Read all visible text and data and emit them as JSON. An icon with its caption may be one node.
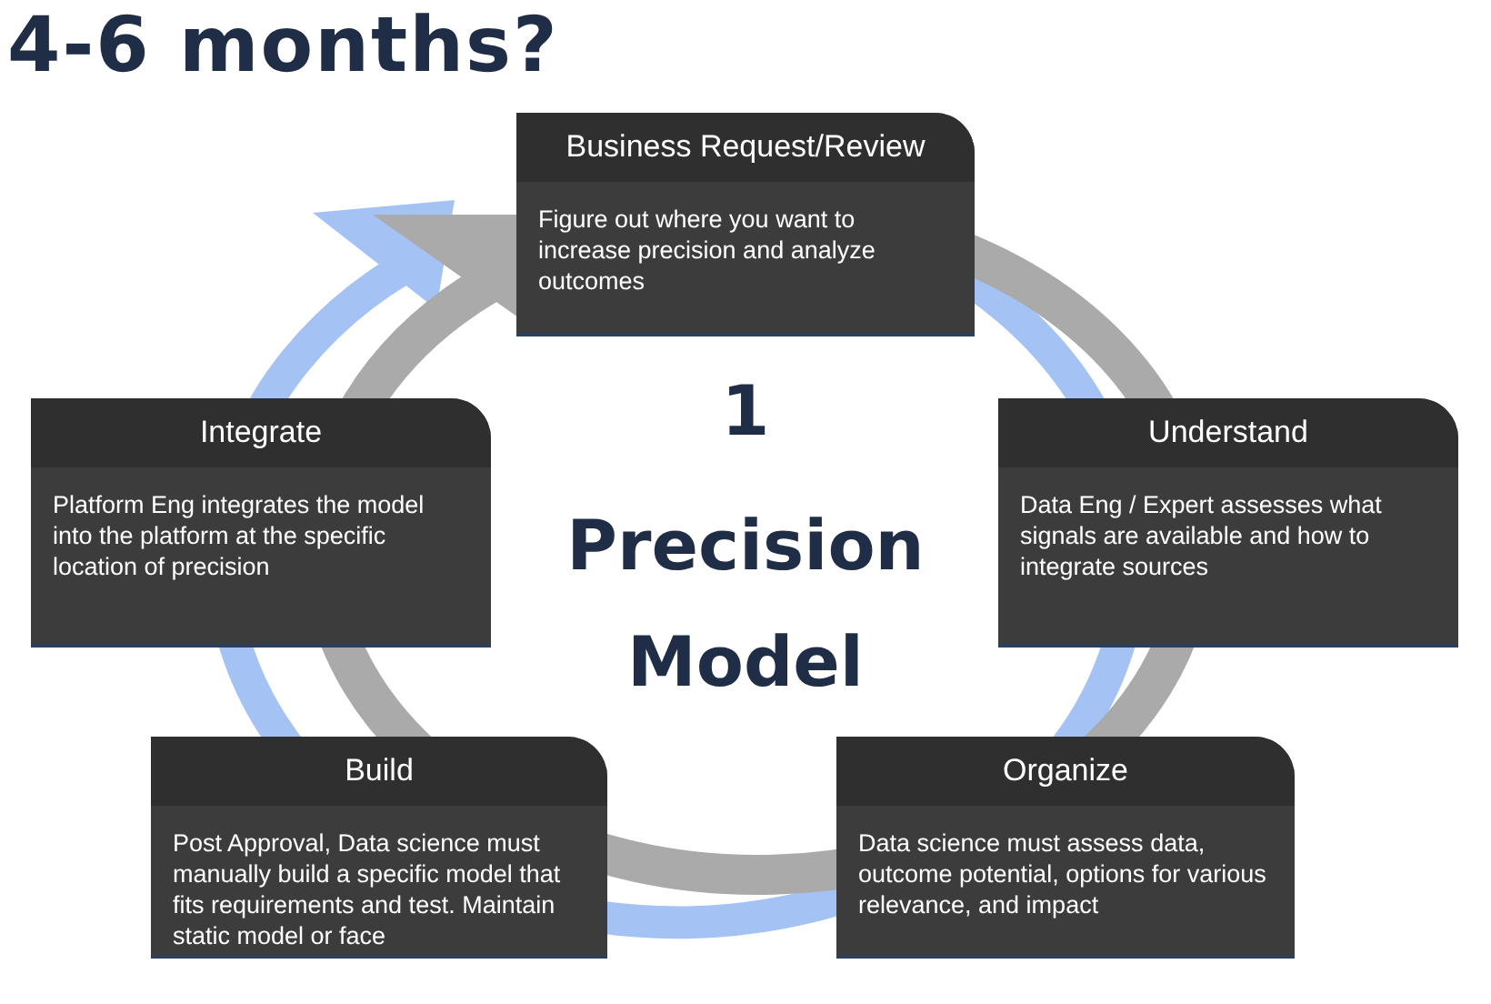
{
  "diagram": {
    "title": "4-6 months?",
    "nodes": [
      {
        "text": [
          "Business Request/Review",
          "Figure out where you want to increase precision and analyze outcomes"
        ]
      },
      {
        "text": [
          "Integrate",
          "Platform Eng integrates the model into the platform at the specific location of precision"
        ]
      },
      {
        "text": [
          "Understand",
          "Data Eng / Expert assesses what signals are available and how to integrate sources"
        ]
      },
      {
        "text": [
          "Build",
          "Post Approval, Data science must manually build a specific model that fits requirements and test. Maintain static model or face"
        ]
      },
      {
        "text": [
          "Organize",
          "Data science must assess data, outcome potential, options for various relevance, and impact"
        ]
      }
    ],
    "labels": [
      "1",
      "Precision Model"
    ]
  }
}
